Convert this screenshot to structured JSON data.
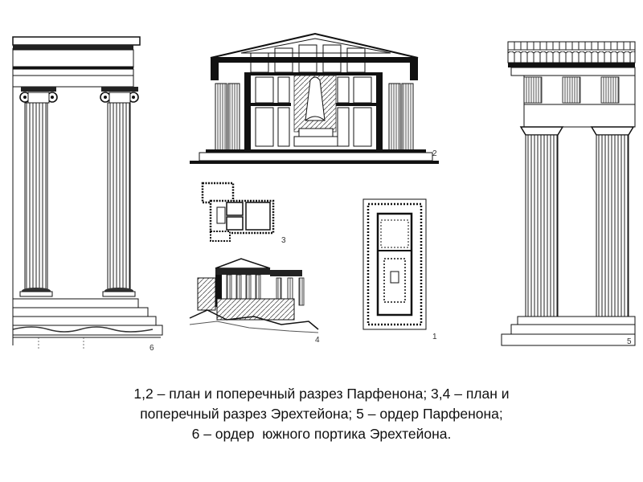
{
  "figure_numbers": {
    "fig1": "1",
    "fig2": "2",
    "fig3": "3",
    "fig4": "4",
    "fig5": "5",
    "fig6": "6"
  },
  "caption": {
    "line1": "1,2 – план и поперечный разрез Парфенона; 3,4 – план и",
    "line2": "поперечный разрез Эрехтейона; 5 – ордер Парфенона;",
    "line3": "6 – ордер  южного портика Эрехтейона."
  }
}
